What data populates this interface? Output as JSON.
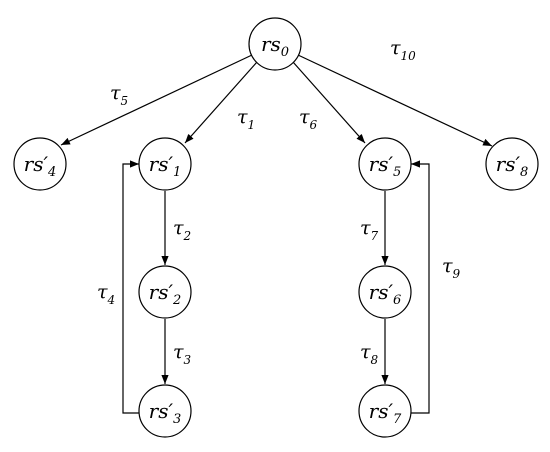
{
  "nodes": {
    "rs0": {
      "base": "rs",
      "prime": "",
      "sub": "0"
    },
    "rs4p": {
      "base": "rs",
      "prime": "′",
      "sub": "4"
    },
    "rs1p": {
      "base": "rs",
      "prime": "′",
      "sub": "1"
    },
    "rs5p": {
      "base": "rs",
      "prime": "′",
      "sub": "5"
    },
    "rs8p": {
      "base": "rs",
      "prime": "′",
      "sub": "8"
    },
    "rs2p": {
      "base": "rs",
      "prime": "′",
      "sub": "2"
    },
    "rs6p": {
      "base": "rs",
      "prime": "′",
      "sub": "6"
    },
    "rs3p": {
      "base": "rs",
      "prime": "′",
      "sub": "3"
    },
    "rs7p": {
      "base": "rs",
      "prime": "′",
      "sub": "7"
    }
  },
  "edges": {
    "t1": {
      "sym": "τ",
      "sub": "1"
    },
    "t2": {
      "sym": "τ",
      "sub": "2"
    },
    "t3": {
      "sym": "τ",
      "sub": "3"
    },
    "t4": {
      "sym": "τ",
      "sub": "4"
    },
    "t5": {
      "sym": "τ",
      "sub": "5"
    },
    "t6": {
      "sym": "τ",
      "sub": "6"
    },
    "t7": {
      "sym": "τ",
      "sub": "7"
    },
    "t8": {
      "sym": "τ",
      "sub": "8"
    },
    "t9": {
      "sym": "τ",
      "sub": "9"
    },
    "t10": {
      "sym": "τ",
      "sub": "10"
    }
  },
  "colors": {
    "stroke": "#000000",
    "fill": "#ffffff"
  }
}
